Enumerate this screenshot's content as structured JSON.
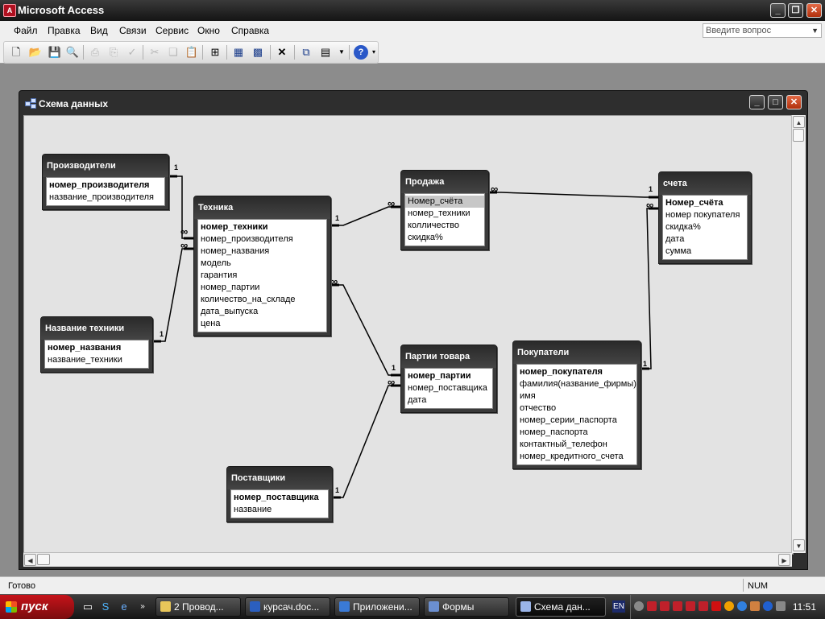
{
  "app": {
    "title": "Microsoft Access"
  },
  "menu": {
    "items": [
      "Файл",
      "Правка",
      "Вид",
      "Связи",
      "Сервис",
      "Окно",
      "Справка"
    ],
    "ask_placeholder": "Введите вопрос"
  },
  "child_window": {
    "title": "Схема данных"
  },
  "tables": {
    "proizvoditeli": {
      "title": "Производители",
      "fields": [
        "номер_производителя",
        "название_производителя"
      ]
    },
    "nazvanie": {
      "title": "Название техники",
      "fields": [
        "номер_названия",
        "название_техники"
      ]
    },
    "tehnika": {
      "title": "Техника",
      "fields": [
        "номер_техники",
        "номер_производителя",
        "номер_названия",
        "модель",
        "гарантия",
        "номер_партии",
        "количество_на_складе",
        "дата_выпуска",
        "цена"
      ]
    },
    "prodazha": {
      "title": "Продажа",
      "fields": [
        "Номер_счёта",
        "номер_техники",
        "колличество",
        "скидка%"
      ]
    },
    "scheta": {
      "title": "счета",
      "fields": [
        "Номер_счёта",
        "номер покупателя",
        "скидка%",
        "дата",
        "сумма"
      ]
    },
    "partii": {
      "title": "Партии товара",
      "fields": [
        "номер_партии",
        "номер_поставщика",
        "дата"
      ]
    },
    "pokupateli": {
      "title": "Покупатели",
      "fields": [
        "номер_покупателя",
        "фамилия(название_фирмы)",
        "имя",
        "отчество",
        "номер_серии_паспорта",
        "номер_паспорта",
        "контактный_телефон",
        "номер_кредитного_счета"
      ]
    },
    "postavshiki": {
      "title": "Поставщики",
      "fields": [
        "номер_поставщика",
        "название"
      ]
    }
  },
  "relation_labels": {
    "one": "1",
    "many": "∞"
  },
  "status": {
    "left": "Готово",
    "num": "NUM"
  },
  "taskbar": {
    "start": "пуск",
    "tasks": [
      "2 Провод...",
      "курсач.doc...",
      "Приложени...",
      "Формы",
      "Схема дан..."
    ],
    "lang": "EN",
    "clock": "11:51"
  }
}
